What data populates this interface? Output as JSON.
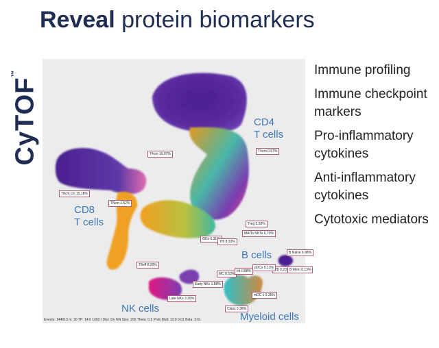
{
  "title": {
    "bold": "Reveal",
    "rest": " protein biomarkers"
  },
  "brand": {
    "name": "CyTOF",
    "mark": "™"
  },
  "plot": {
    "labels": {
      "cd4": [
        "CD4",
        "T cells"
      ],
      "cd8": [
        "CD8",
        "T cells"
      ],
      "nk": "NK cells",
      "b": "B cells",
      "myeloid": "Myeloid cells"
    },
    "tags": [
      {
        "id": "tcm4",
        "text": "T4cm 16.97%"
      },
      {
        "id": "tem4",
        "text": "T4em 0.67%"
      },
      {
        "id": "tcm8",
        "text": "T8cm cm 15.18%"
      },
      {
        "id": "tem8",
        "text": "T8em 1.52%"
      },
      {
        "id": "treg",
        "text": "Treg 5.58%"
      },
      {
        "id": "mait",
        "text": "MAITs NKTs 6.70%"
      },
      {
        "id": "gd",
        "text": "GDs 6.31%"
      },
      {
        "id": "tfh",
        "text": "Tfh 8.33%"
      },
      {
        "id": "t8eff",
        "text": "T8eff 8.20%"
      },
      {
        "id": "earlynk",
        "text": "Early NKs 1.88%"
      },
      {
        "id": "latenk",
        "text": "Late NKs 3.30%"
      },
      {
        "id": "bnaive",
        "text": "B Naive 6.98%"
      },
      {
        "id": "pb",
        "text": "PB 0.20%"
      },
      {
        "id": "bmem",
        "text": "B Mem 0.13%"
      },
      {
        "id": "mc",
        "text": "MC 0.53%"
      },
      {
        "id": "int",
        "text": "Int 0.88%"
      },
      {
        "id": "pdcs",
        "text": "pDCs 0.13%"
      },
      {
        "id": "mdcs",
        "text": "mDC s 0.35%"
      },
      {
        "id": "class",
        "text": "Class 3.38%"
      }
    ],
    "footer": "Events: 144913 m: 30 TP: 14:0 1000 t Dist: On NN Size: 200 Theta: 0.5 Prob Mult: 12.0 0.01 Beta: 3.61"
  },
  "list": [
    "Immune profiling",
    "Immune checkpoint markers",
    "Pro-inflammatory cytokines",
    "Anti-inflammatory cytokines",
    "Cytotoxic mediators"
  ],
  "colors": {
    "title": "#1f2d52",
    "cluster_label": "#3b76b8"
  }
}
